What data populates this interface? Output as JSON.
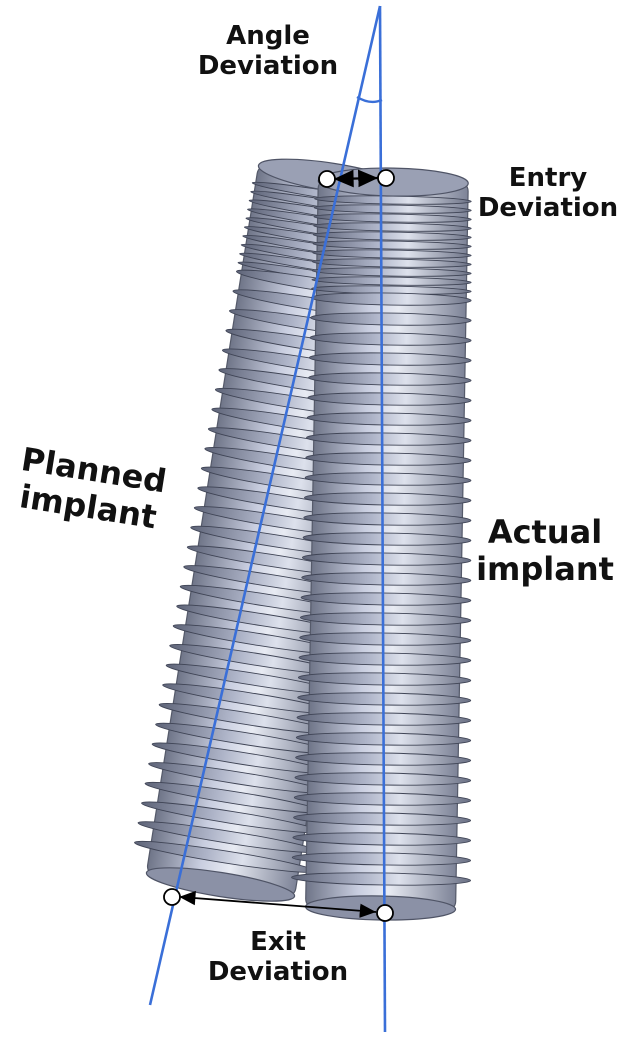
{
  "labels": {
    "angle_deviation": [
      "Angle",
      "Deviation"
    ],
    "entry_deviation": [
      "Entry",
      "Deviation"
    ],
    "planned_implant": [
      "Planned",
      "implant"
    ],
    "actual_implant": [
      "Actual",
      "implant"
    ],
    "exit_deviation": [
      "Exit",
      "Deviation"
    ]
  },
  "colors": {
    "axis_line": "#3a6fd8",
    "implant_body": "#b9bfd3",
    "implant_shadow": "#6f7588",
    "implant_highlight": "#e8ebf3",
    "marker_fill": "#ffffff",
    "marker_stroke": "#000000",
    "arrow": "#000000",
    "text": "#111111"
  },
  "icons": {
    "planned": "planned-implant-screw-icon",
    "actual": "actual-implant-screw-icon"
  }
}
